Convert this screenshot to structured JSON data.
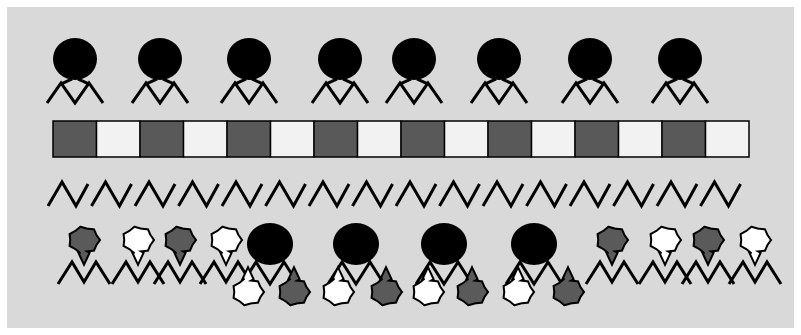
{
  "diagram": {
    "background_color": "#d9d9d9",
    "frame_color": "#ffffff",
    "ink_color": "#000000",
    "dark_fill": "#595959",
    "light_fill": "#f2f2f2",
    "blob_dark": "#5a5a5a",
    "blob_light": "#ffffff",
    "band_pattern": [
      "dark",
      "light",
      "dark",
      "light",
      "dark",
      "light",
      "dark",
      "light",
      "dark",
      "light",
      "dark",
      "light",
      "dark",
      "light",
      "dark",
      "light"
    ],
    "top_row": {
      "head_count": 8,
      "head_color": "black",
      "icon": "black-circle-head-icon"
    },
    "zigzag_row": {
      "segment_count": 16,
      "icon": "zigzag-line-icon"
    },
    "bottom_blobs": [
      "dark",
      "light",
      "dark",
      "light",
      "black-head",
      "black-head",
      "black-head",
      "black-head",
      "dark",
      "light",
      "dark",
      "light"
    ],
    "lower_blobs": [
      "light",
      "dark",
      "light",
      "dark",
      "light",
      "dark",
      "light",
      "dark"
    ]
  }
}
